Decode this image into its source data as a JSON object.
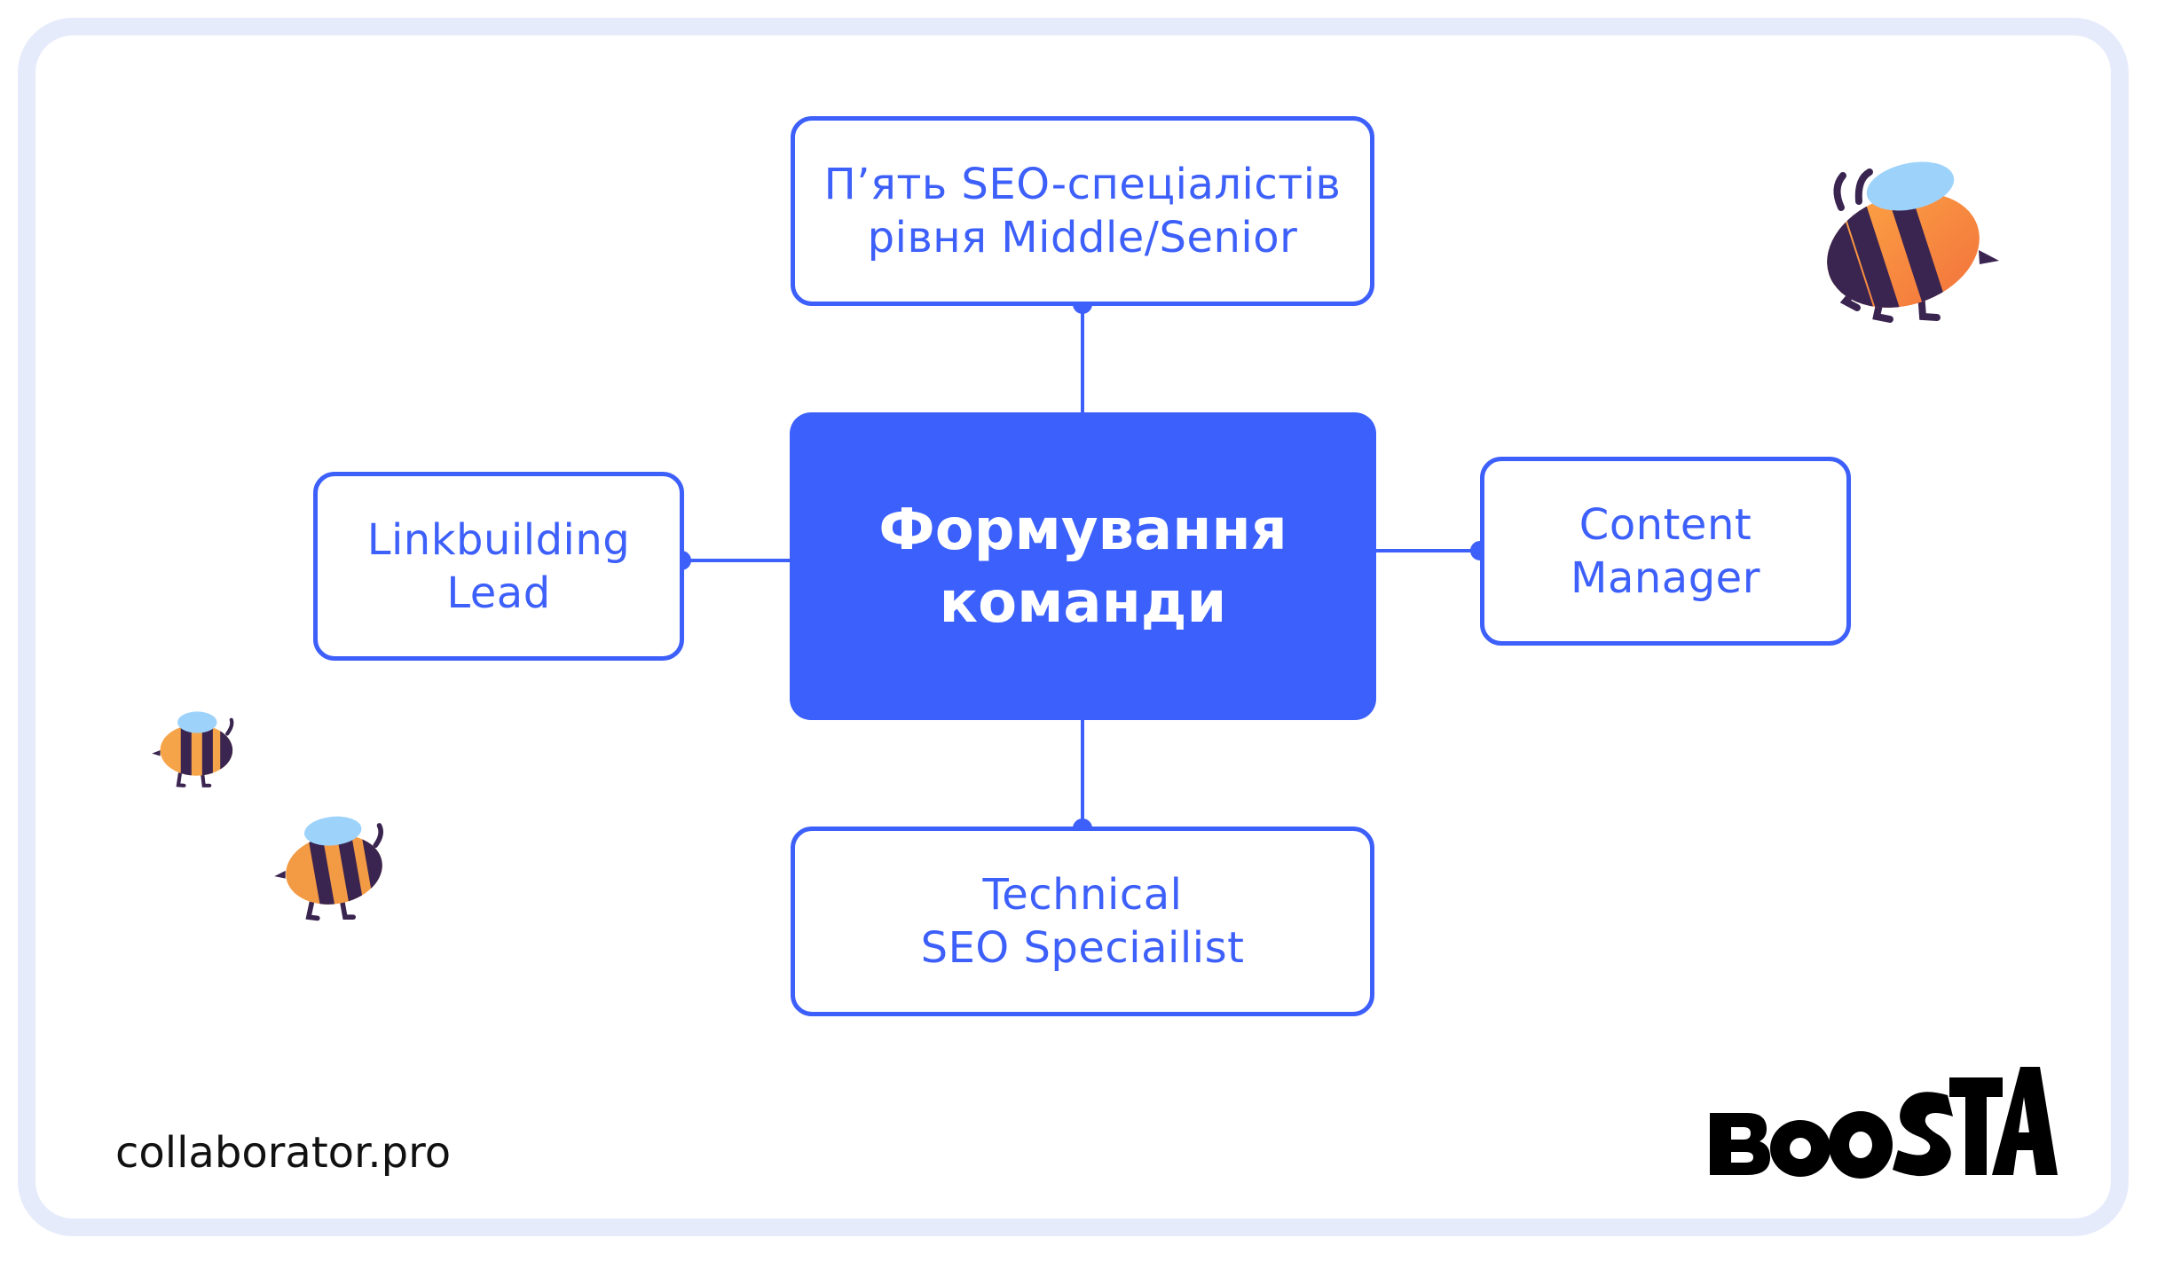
{
  "diagram": {
    "center": {
      "lines": [
        "Формування",
        "команди"
      ]
    },
    "top": {
      "lines": [
        "П’ять SEO-спеціалістів",
        "рівня Middle/Senior"
      ]
    },
    "left": {
      "lines": [
        "Linkbuilding",
        "Lead"
      ]
    },
    "right": {
      "lines": [
        "Content",
        "Manager"
      ]
    },
    "bottom": {
      "lines": [
        "Technical",
        "SEO Speciailist"
      ]
    }
  },
  "footer": {
    "site": "collaborator.pro",
    "logo": "BOOSTA"
  },
  "colors": {
    "accent": "#3b60fb",
    "frame": "#e6ebfb",
    "text_dark": "#111111"
  },
  "icons": [
    "bee-icon",
    "bee-icon",
    "bee-icon"
  ]
}
